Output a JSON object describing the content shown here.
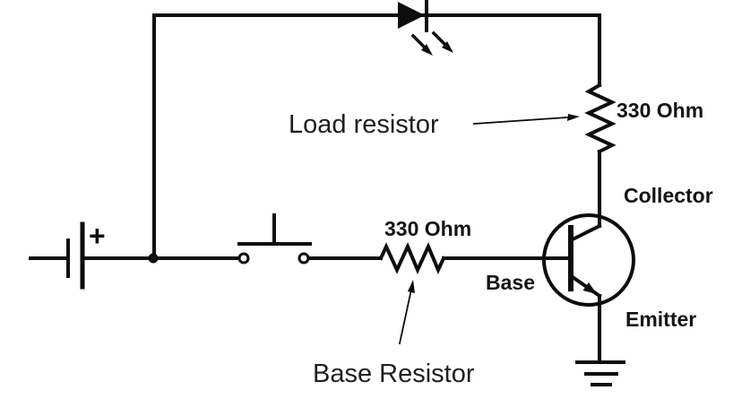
{
  "diagram": {
    "kind": "circuit-schematic",
    "background_color": "#ffffff",
    "line_color": "#0d0d0d",
    "text_color": "#1a1a1a",
    "labels": {
      "battery_positive": "+",
      "load_resistor_annotation": "Load resistor",
      "load_resistor_value": "330 Ohm",
      "base_resistor_value": "330 Ohm",
      "base_resistor_annotation": "Base Resistor",
      "collector": "Collector",
      "base": "Base",
      "emitter": "Emitter"
    },
    "components": [
      {
        "name": "battery",
        "icon": "battery-cell-icon",
        "polarity_label": "+"
      },
      {
        "name": "push-button-switch",
        "icon": "momentary-switch-icon"
      },
      {
        "name": "base-resistor",
        "icon": "resistor-zigzag-icon",
        "value": "330 Ohm"
      },
      {
        "name": "load-resistor",
        "icon": "resistor-zigzag-icon",
        "value": "330 Ohm"
      },
      {
        "name": "led",
        "icon": "led-diode-icon"
      },
      {
        "name": "npn-transistor",
        "icon": "npn-transistor-icon",
        "terminals": [
          "Collector",
          "Base",
          "Emitter"
        ]
      },
      {
        "name": "ground",
        "icon": "ground-icon"
      }
    ]
  }
}
